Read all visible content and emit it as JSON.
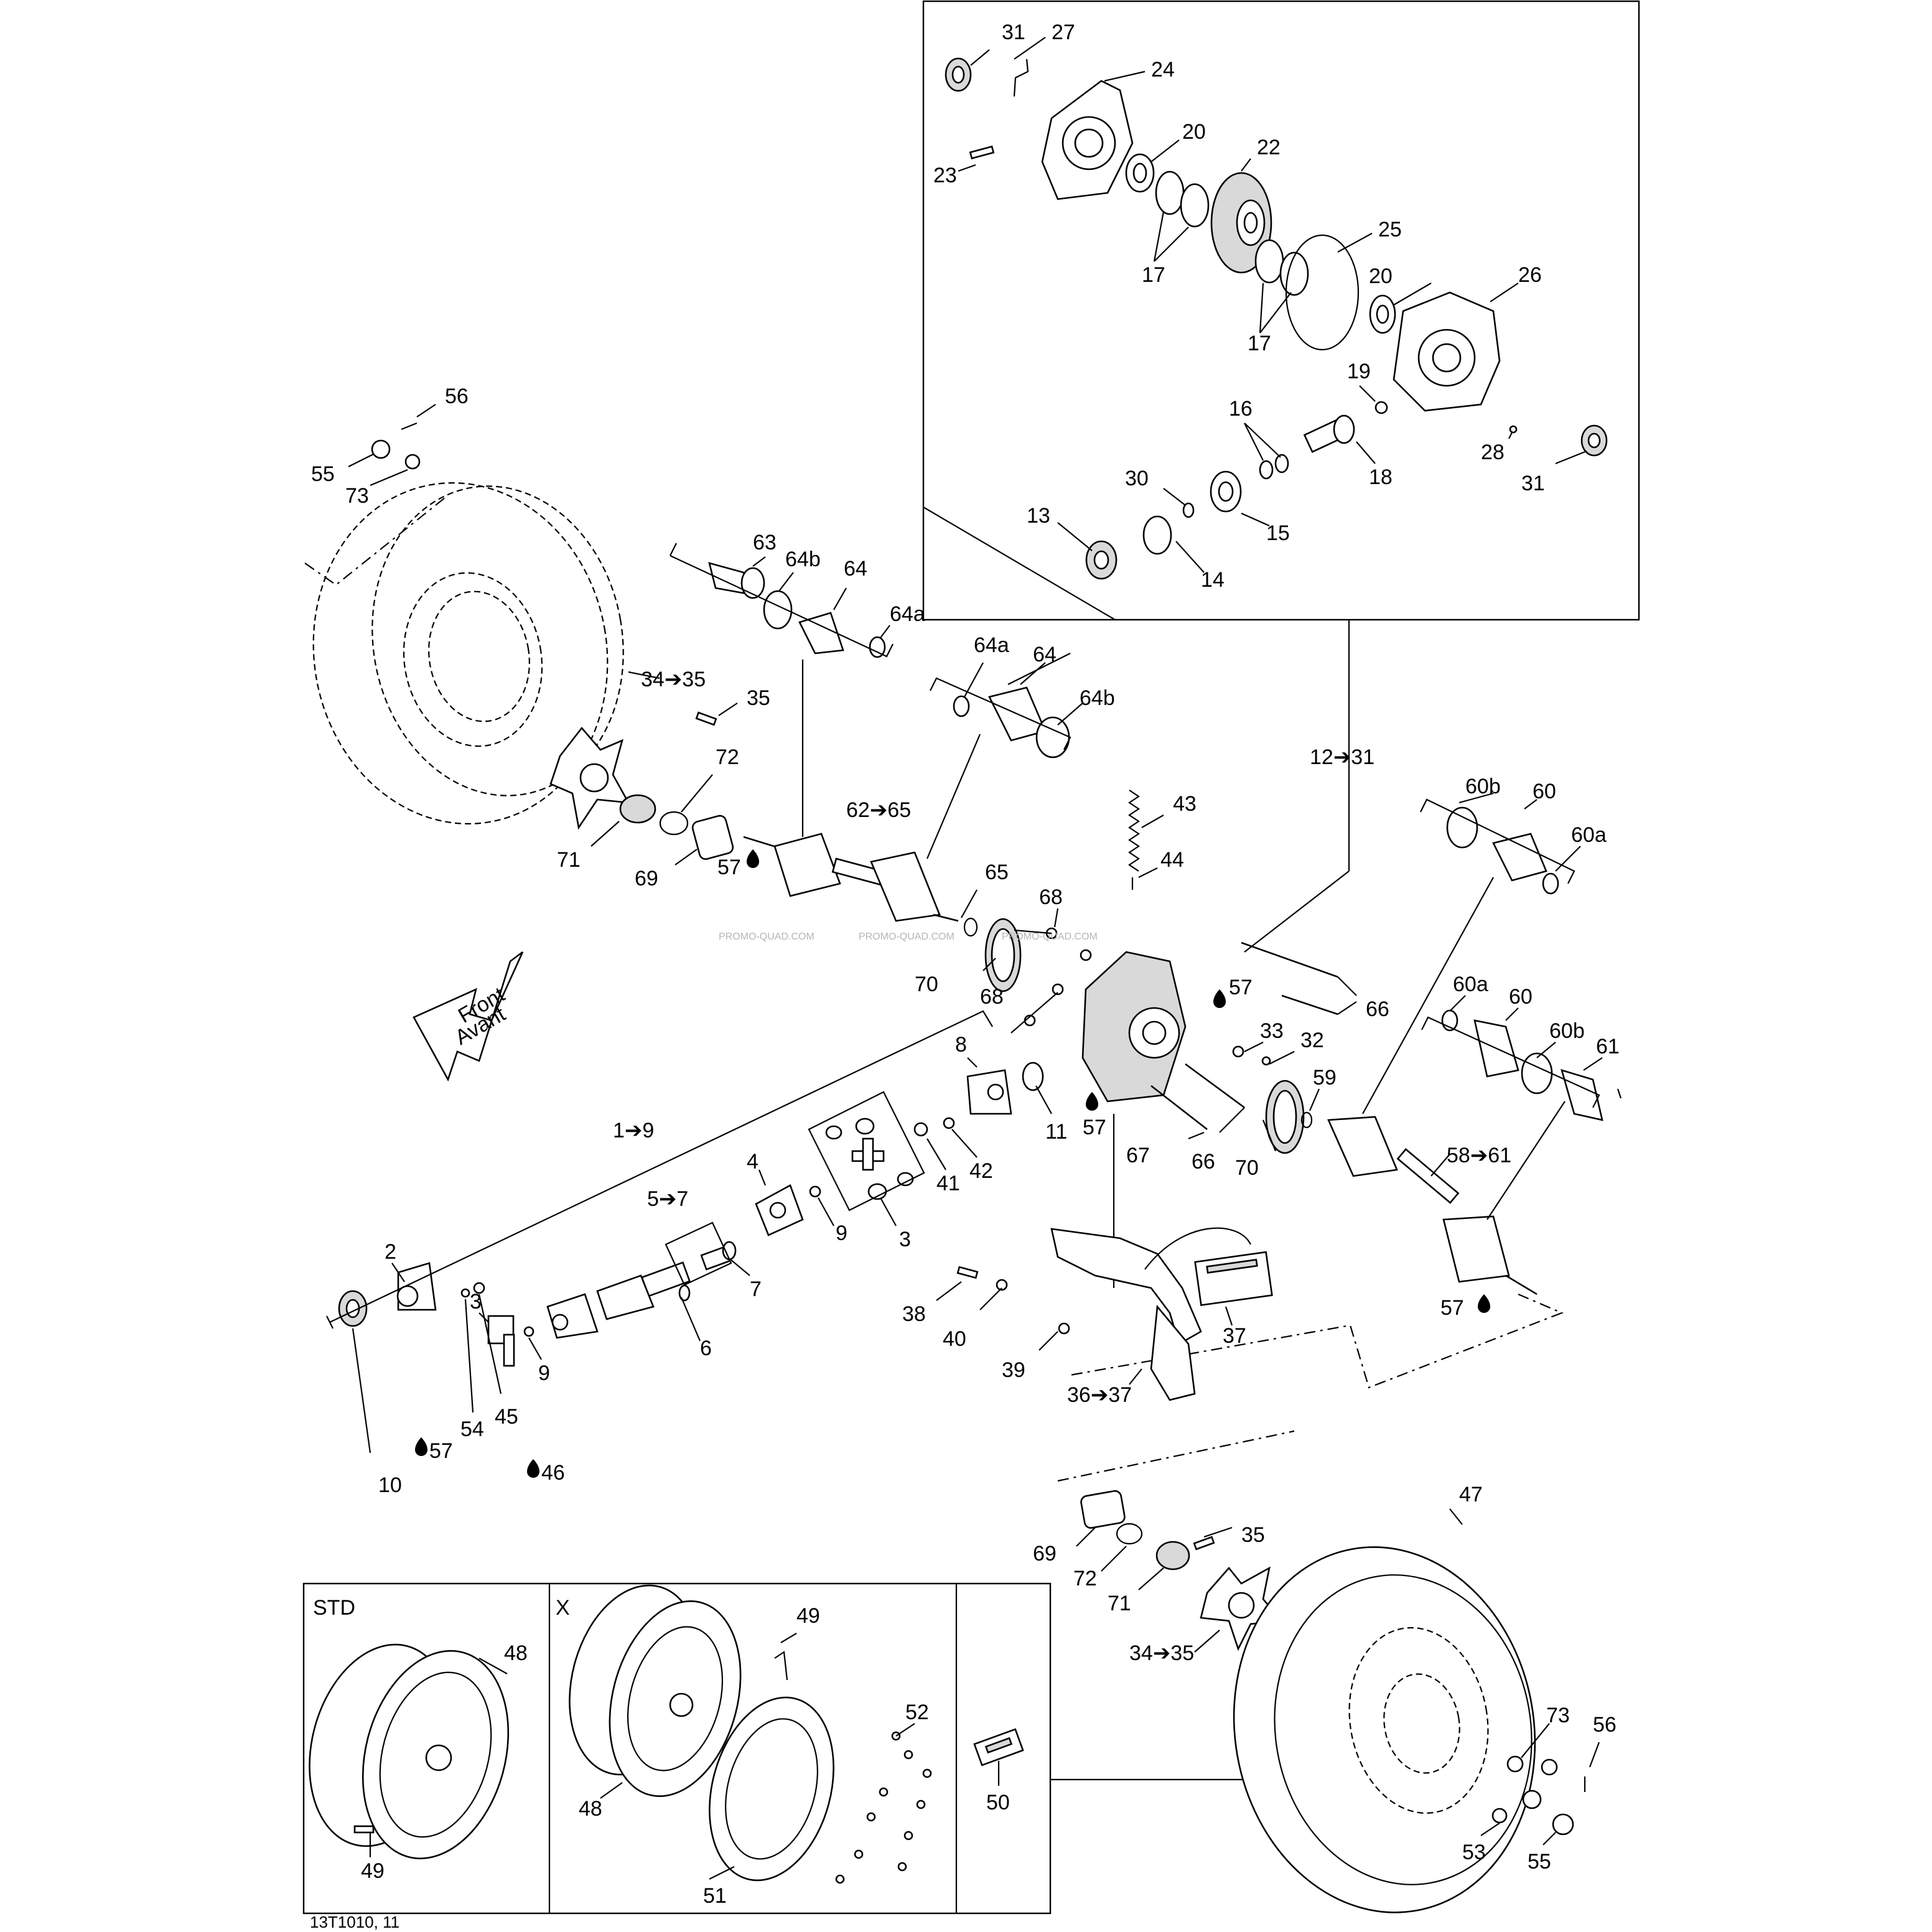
{
  "frame": {
    "std_label": "STD",
    "x_label": "X",
    "reference": "13T1010, 11"
  },
  "arrow": {
    "line1": "Front",
    "line2": "Avant"
  },
  "watermark": "PROMO-QUAD.COM",
  "icons": {
    "oil_drop": "oil-drop-icon",
    "range_arrow": "right-arrow-icon"
  },
  "callouts": [
    {
      "key": "c31a",
      "text": "31"
    },
    {
      "key": "c27",
      "text": "27"
    },
    {
      "key": "c24",
      "text": "24"
    },
    {
      "key": "c20a",
      "text": "20"
    },
    {
      "key": "c22",
      "text": "22"
    },
    {
      "key": "c23",
      "text": "23"
    },
    {
      "key": "c17a",
      "text": "17"
    },
    {
      "key": "c25",
      "text": "25"
    },
    {
      "key": "c20b",
      "text": "20"
    },
    {
      "key": "c26",
      "text": "26"
    },
    {
      "key": "c17b",
      "text": "17"
    },
    {
      "key": "c19",
      "text": "19"
    },
    {
      "key": "c16",
      "text": "16"
    },
    {
      "key": "c28",
      "text": "28"
    },
    {
      "key": "c31b",
      "text": "31"
    },
    {
      "key": "c30",
      "text": "30"
    },
    {
      "key": "c18",
      "text": "18"
    },
    {
      "key": "c13",
      "text": "13"
    },
    {
      "key": "c15",
      "text": "15"
    },
    {
      "key": "c14",
      "text": "14"
    },
    {
      "key": "c56a",
      "text": "56"
    },
    {
      "key": "c55a",
      "text": "55"
    },
    {
      "key": "c73a",
      "text": "73"
    },
    {
      "key": "c63",
      "text": "63"
    },
    {
      "key": "c64ba",
      "text": "64b"
    },
    {
      "key": "c64a1",
      "text": "64"
    },
    {
      "key": "c64aa",
      "text": "64a"
    },
    {
      "key": "c64ab",
      "text": "64a"
    },
    {
      "key": "c64a2",
      "text": "64"
    },
    {
      "key": "c64bb",
      "text": "64b"
    },
    {
      "key": "c3435a",
      "text": "34➔35"
    },
    {
      "key": "c35a",
      "text": "35"
    },
    {
      "key": "c72a",
      "text": "72"
    },
    {
      "key": "c71a",
      "text": "71"
    },
    {
      "key": "c69a",
      "text": "69"
    },
    {
      "key": "c57a",
      "text": "57"
    },
    {
      "key": "c6265",
      "text": "62➔65"
    },
    {
      "key": "c65",
      "text": "65"
    },
    {
      "key": "c1231",
      "text": "12➔31"
    },
    {
      "key": "c43",
      "text": "43"
    },
    {
      "key": "c44",
      "text": "44"
    },
    {
      "key": "c68a",
      "text": "68"
    },
    {
      "key": "c70a",
      "text": "70"
    },
    {
      "key": "c68b",
      "text": "68"
    },
    {
      "key": "c57b",
      "text": "57"
    },
    {
      "key": "c66a",
      "text": "66"
    },
    {
      "key": "c60ba",
      "text": "60b"
    },
    {
      "key": "c60a1",
      "text": "60"
    },
    {
      "key": "c60aa",
      "text": "60a"
    },
    {
      "key": "c60ab",
      "text": "60a"
    },
    {
      "key": "c60a2",
      "text": "60"
    },
    {
      "key": "c60bb",
      "text": "60b"
    },
    {
      "key": "c61",
      "text": "61"
    },
    {
      "key": "c33",
      "text": "33"
    },
    {
      "key": "c32",
      "text": "32"
    },
    {
      "key": "c59",
      "text": "59"
    },
    {
      "key": "c8",
      "text": "8"
    },
    {
      "key": "c11",
      "text": "11"
    },
    {
      "key": "c57c",
      "text": "57"
    },
    {
      "key": "c19r",
      "text": "1➔9"
    },
    {
      "key": "c67",
      "text": "67"
    },
    {
      "key": "c66b",
      "text": "66"
    },
    {
      "key": "c70b",
      "text": "70"
    },
    {
      "key": "c5861",
      "text": "58➔61"
    },
    {
      "key": "c41",
      "text": "41"
    },
    {
      "key": "c42",
      "text": "42"
    },
    {
      "key": "c4",
      "text": "4"
    },
    {
      "key": "c57r",
      "text": "5➔7"
    },
    {
      "key": "c9a",
      "text": "9"
    },
    {
      "key": "c3a",
      "text": "3"
    },
    {
      "key": "c6",
      "text": "6"
    },
    {
      "key": "c7",
      "text": "7"
    },
    {
      "key": "c38",
      "text": "38"
    },
    {
      "key": "c40",
      "text": "40"
    },
    {
      "key": "c37",
      "text": "37"
    },
    {
      "key": "c57d",
      "text": "57"
    },
    {
      "key": "c39",
      "text": "39"
    },
    {
      "key": "c3637",
      "text": "36➔37"
    },
    {
      "key": "c3b",
      "text": "3"
    },
    {
      "key": "c2",
      "text": "2"
    },
    {
      "key": "c9b",
      "text": "9"
    },
    {
      "key": "c45",
      "text": "45"
    },
    {
      "key": "c54",
      "text": "54"
    },
    {
      "key": "c57e",
      "text": "57"
    },
    {
      "key": "c46",
      "text": "46"
    },
    {
      "key": "c10",
      "text": "10"
    },
    {
      "key": "c47",
      "text": "47"
    },
    {
      "key": "c35b",
      "text": "35"
    },
    {
      "key": "c69b",
      "text": "69"
    },
    {
      "key": "c72b",
      "text": "72"
    },
    {
      "key": "c71b",
      "text": "71"
    },
    {
      "key": "c3435b",
      "text": "34➔35"
    },
    {
      "key": "c48a",
      "text": "48"
    },
    {
      "key": "c49a",
      "text": "49"
    },
    {
      "key": "c49b",
      "text": "49"
    },
    {
      "key": "c52",
      "text": "52"
    },
    {
      "key": "c48b",
      "text": "48"
    },
    {
      "key": "c51",
      "text": "51"
    },
    {
      "key": "c50",
      "text": "50"
    },
    {
      "key": "c73b",
      "text": "73"
    },
    {
      "key": "c56b",
      "text": "56"
    },
    {
      "key": "c53",
      "text": "53"
    },
    {
      "key": "c55b",
      "text": "55"
    }
  ]
}
